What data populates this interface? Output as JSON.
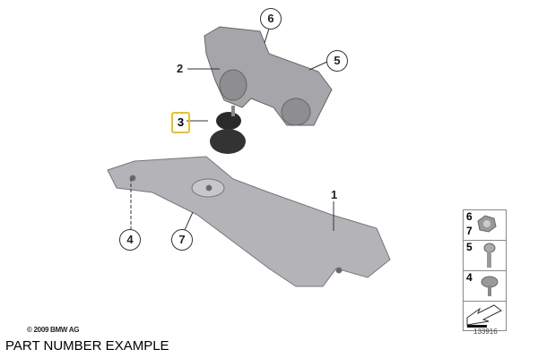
{
  "callouts": {
    "p1": "1",
    "p2": "2",
    "p3": "3",
    "p4": "4",
    "p5": "5",
    "p6": "6",
    "p7": "7"
  },
  "legend": {
    "row1": [
      "6",
      "7"
    ],
    "row2": "5",
    "row3": "4"
  },
  "highlight_color": "#e8c21e",
  "diagram_code": "133916",
  "copyright": "© 2009 BMW AG",
  "caption": "PART NUMBER EXAMPLE"
}
